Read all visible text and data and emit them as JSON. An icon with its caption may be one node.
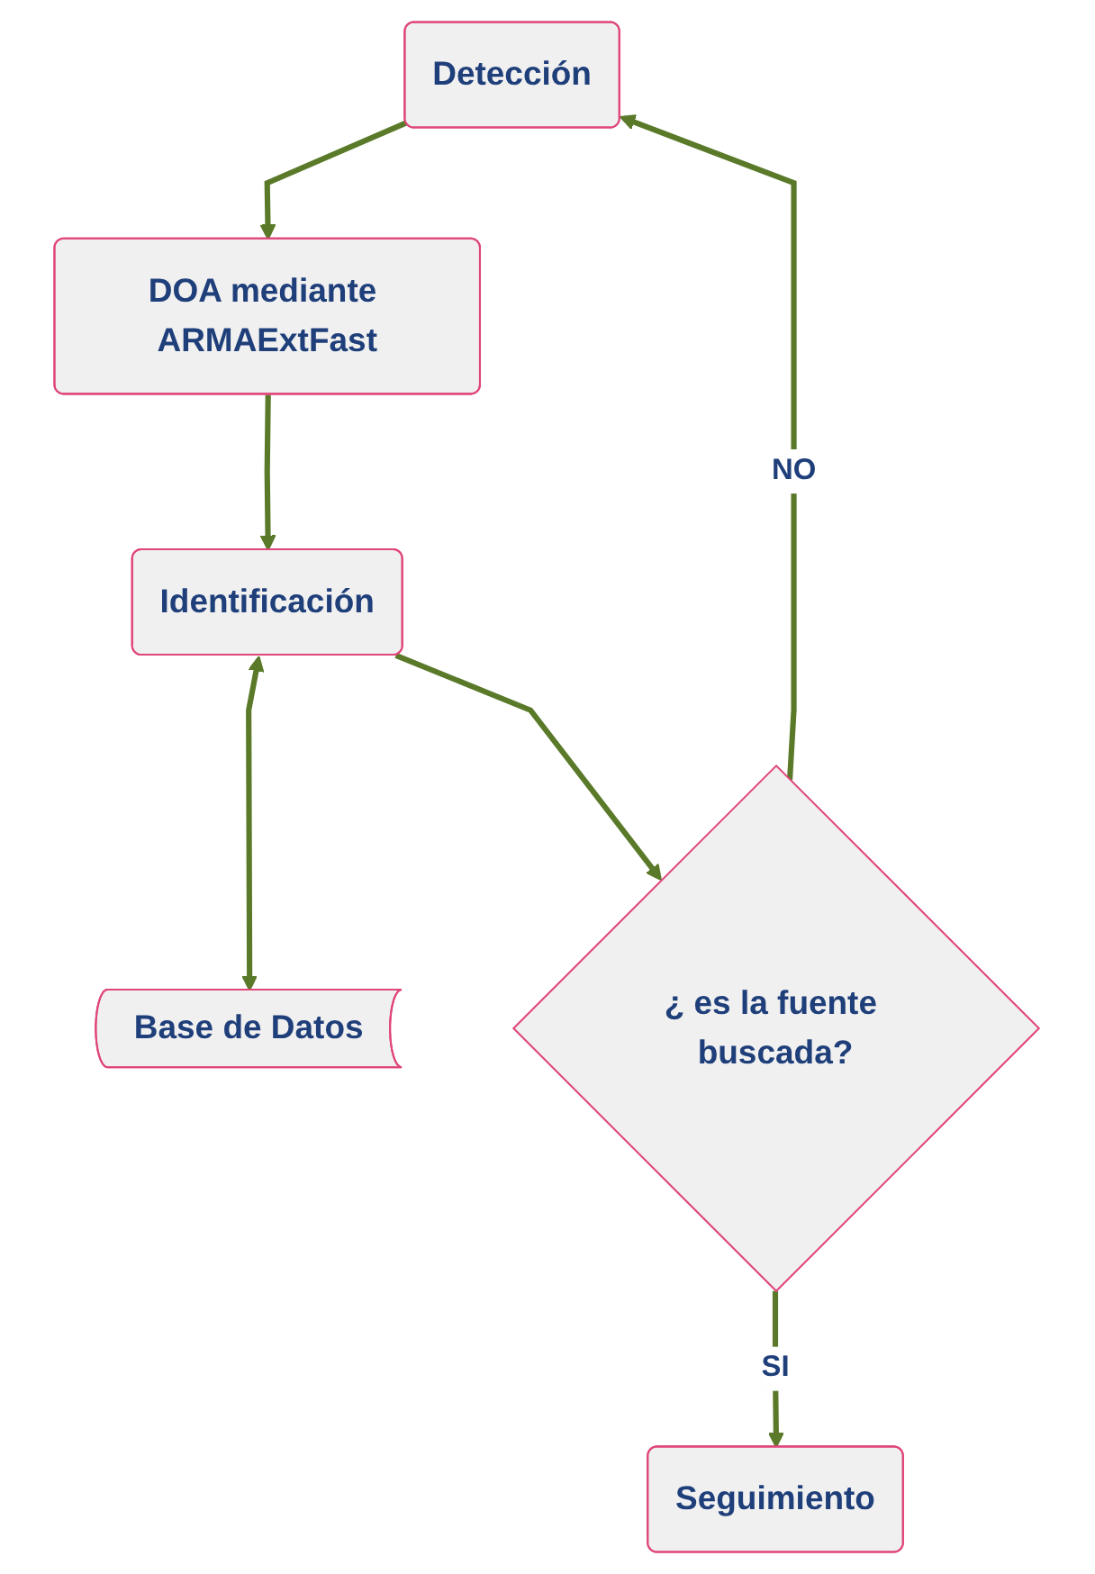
{
  "diagram": {
    "nodes": [
      {
        "text": [
          "Detección"
        ]
      },
      {
        "text": [
          "DOA mediante ARMAExtFast"
        ]
      },
      {
        "text": [
          "Identificación"
        ]
      },
      {
        "text": [
          "Base de Datos"
        ]
      },
      {
        "text": [
          "¿ es la fuente buscada?"
        ]
      },
      {
        "text": [
          "Seguimiento"
        ]
      }
    ],
    "edges": [
      {
        "from": 0,
        "to": 1,
        "arrow": "to"
      },
      {
        "from": 1,
        "to": 2,
        "arrow": "to"
      },
      {
        "from": 2,
        "to": 3,
        "arrow": "both"
      },
      {
        "from": 2,
        "to": 4,
        "arrow": "to"
      },
      {
        "from": 4,
        "to": 0,
        "arrow": "to",
        "label": "NO"
      },
      {
        "from": 4,
        "to": 5,
        "arrow": "to",
        "label": "SI"
      }
    ]
  }
}
